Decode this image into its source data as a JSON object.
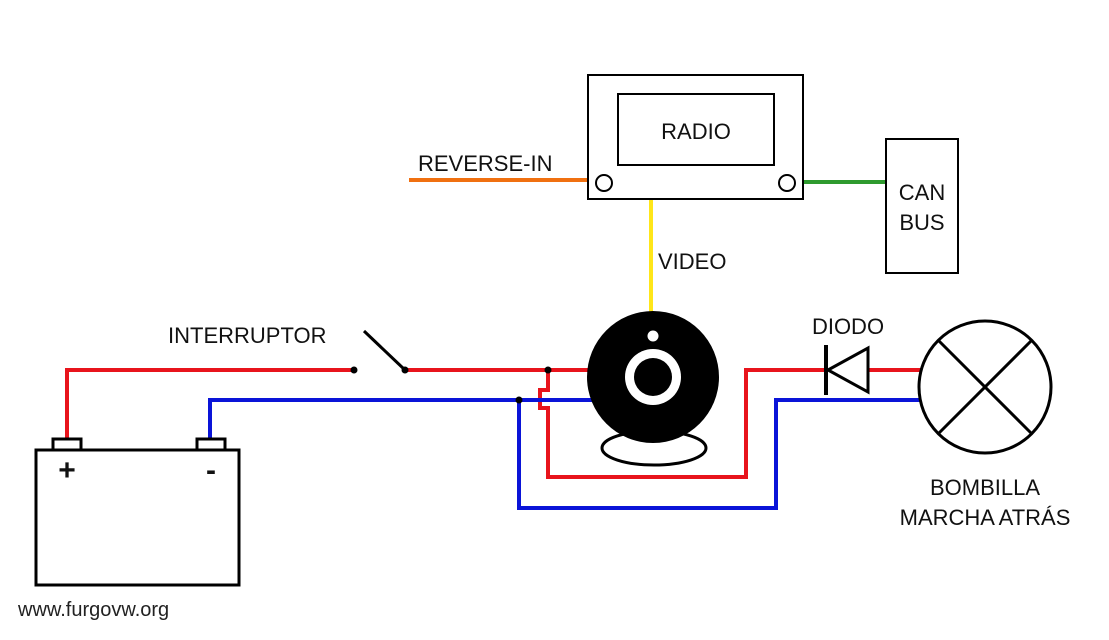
{
  "labels": {
    "radio": "RADIO",
    "reverse_in": "REVERSE-IN",
    "can_bus_line1": "CAN",
    "can_bus_line2": "BUS",
    "video": "VIDEO",
    "interruptor": "INTERRUPTOR",
    "diodo": "DIODO",
    "bombilla_line1": "BOMBILLA",
    "bombilla_line2": "MARCHA ATRÁS",
    "battery_plus": "+",
    "battery_minus": "-",
    "watermark": "www.furgovw.org"
  },
  "colors": {
    "positive_wire": "#e8141c",
    "negative_wire": "#0a14d8",
    "reverse_in_wire": "#f07010",
    "video_wire": "#ffe619",
    "can_bus_wire": "#2e9a2e",
    "reverse_in_text": "#f07010",
    "video_text": "#ffe619",
    "outline": "#000000"
  },
  "icons": {
    "camera": "camera-icon",
    "lamp": "lamp-icon",
    "diode": "diode-icon",
    "switch": "switch-icon",
    "battery": "battery-icon"
  }
}
